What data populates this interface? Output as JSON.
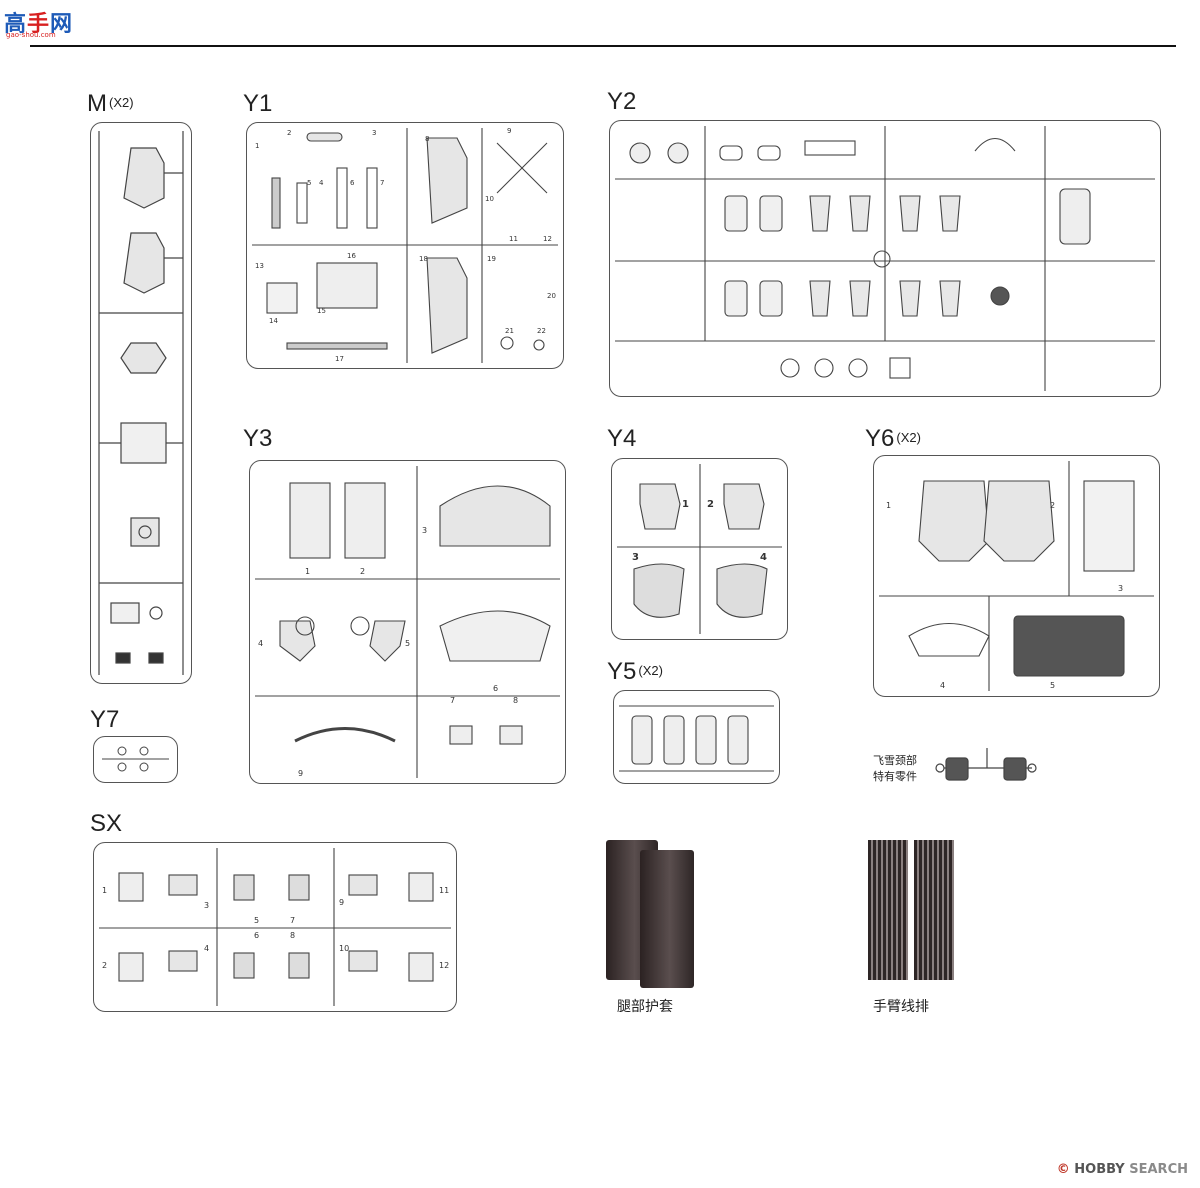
{
  "site_logo": {
    "main_a": "高",
    "main_b": "手",
    "main_c": "网",
    "sub": "gao-shou.com"
  },
  "sprues": {
    "M": {
      "label": "M",
      "mult": "(X2)"
    },
    "Y1": {
      "label": "Y1",
      "mult": ""
    },
    "Y2": {
      "label": "Y2",
      "mult": ""
    },
    "Y3": {
      "label": "Y3",
      "mult": ""
    },
    "Y4": {
      "label": "Y4",
      "mult": ""
    },
    "Y5": {
      "label": "Y5",
      "mult": "(X2)"
    },
    "Y6": {
      "label": "Y6",
      "mult": "(X2)"
    },
    "Y7": {
      "label": "Y7",
      "mult": ""
    },
    "SX": {
      "label": "SX",
      "mult": ""
    }
  },
  "special_part": {
    "line1": "飞雪颈部",
    "line2": "特有零件"
  },
  "leg_cover_caption": "腿部护套",
  "arm_cable_caption": "手臂线排",
  "watermark": {
    "brand": "HOBBY",
    "suffix": "SEARCH",
    "symbol": "©"
  },
  "part_numbers": {
    "y1": [
      "1",
      "2",
      "3",
      "4",
      "5",
      "6",
      "7",
      "8",
      "9",
      "10",
      "11",
      "12",
      "13",
      "14",
      "15",
      "16",
      "17",
      "18",
      "19",
      "20",
      "21",
      "22"
    ],
    "y3": [
      "1",
      "2",
      "3",
      "4",
      "5",
      "6",
      "7",
      "8",
      "9"
    ],
    "y4": [
      "1",
      "2",
      "3",
      "4"
    ],
    "y6": [
      "1",
      "2",
      "3",
      "4",
      "5"
    ],
    "sx": [
      "1",
      "2",
      "3",
      "4",
      "5",
      "6",
      "7",
      "8",
      "9",
      "10",
      "11",
      "12"
    ]
  },
  "colors": {
    "frame": "#555555",
    "logo_blue": "#1e5bb8",
    "logo_red": "#d82020",
    "watermark_red": "#c0392b"
  }
}
